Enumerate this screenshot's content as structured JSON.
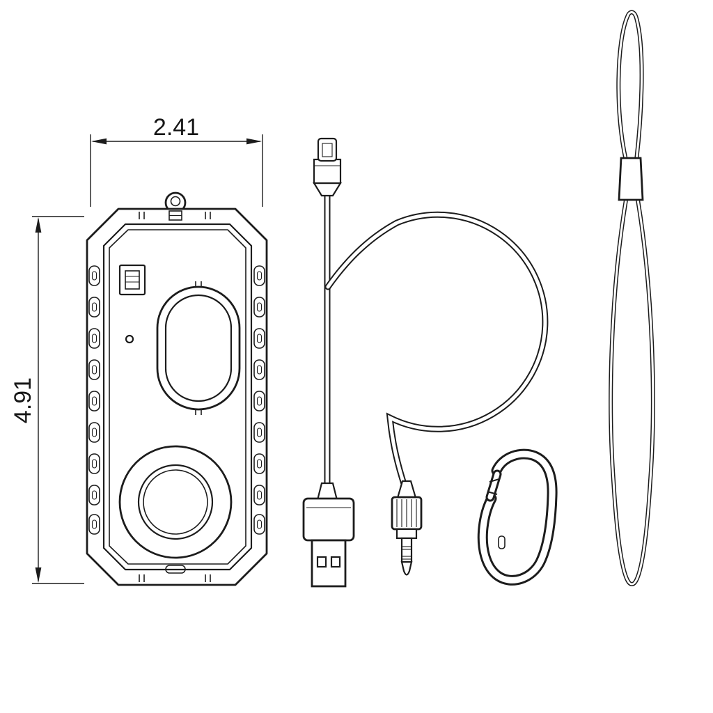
{
  "page": {
    "background": "#ffffff",
    "line_color": "#1c1c1c"
  },
  "dimensions": {
    "width_label": "2.41",
    "height_label": "4.91"
  },
  "parts": {
    "speaker_case": "speaker-case-front-view",
    "cable": "usb-to-micro-usb-aux-cable",
    "audio_plug": "aux-jack-plug",
    "carabiner": "carabiner-clip",
    "lanyard": "wrist-lanyard"
  }
}
